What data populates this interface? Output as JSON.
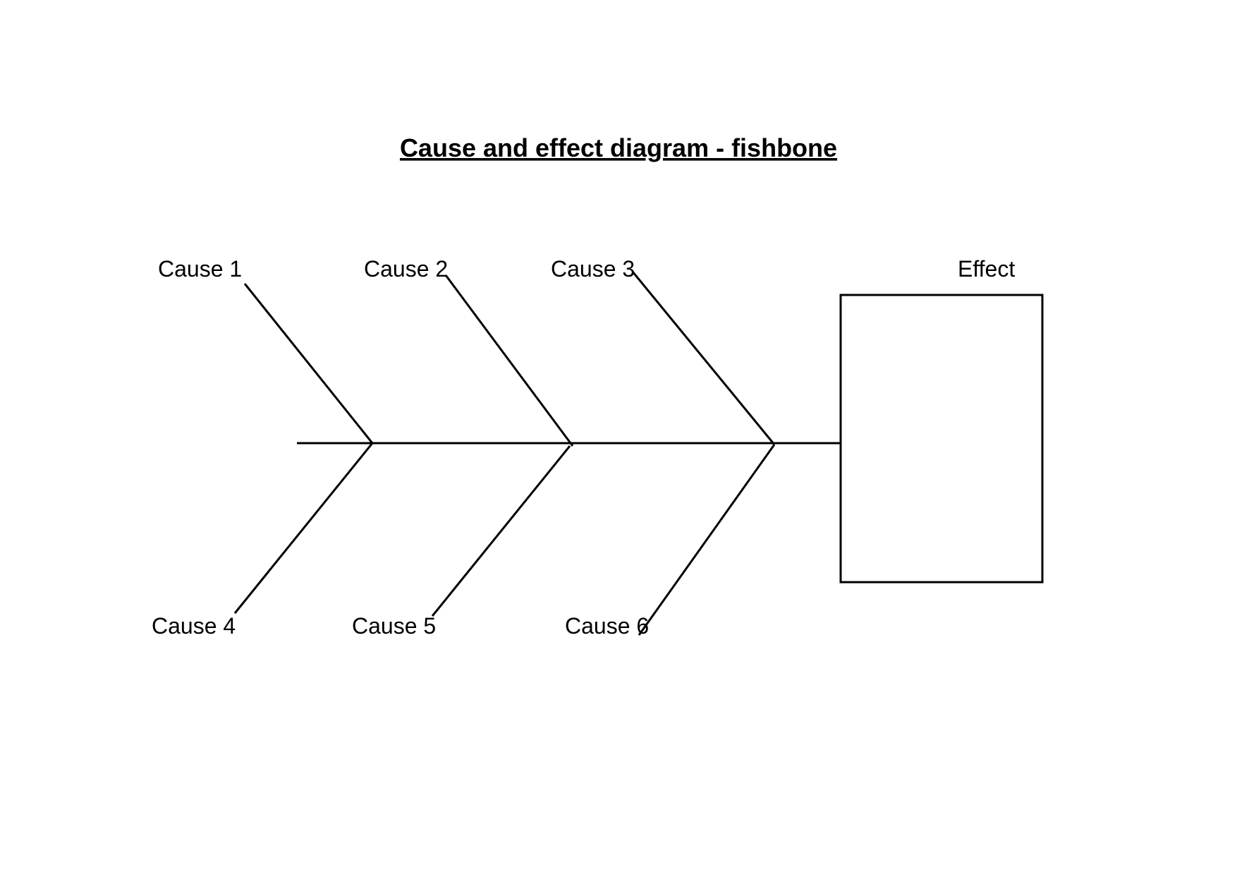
{
  "diagram": {
    "title": "Cause and effect diagram - fishbone",
    "effect": {
      "label": "Effect",
      "content": ""
    },
    "causes": [
      {
        "label": "Cause 1"
      },
      {
        "label": "Cause 2"
      },
      {
        "label": "Cause 3"
      },
      {
        "label": "Cause 4"
      },
      {
        "label": "Cause 5"
      },
      {
        "label": "Cause 6"
      }
    ]
  }
}
